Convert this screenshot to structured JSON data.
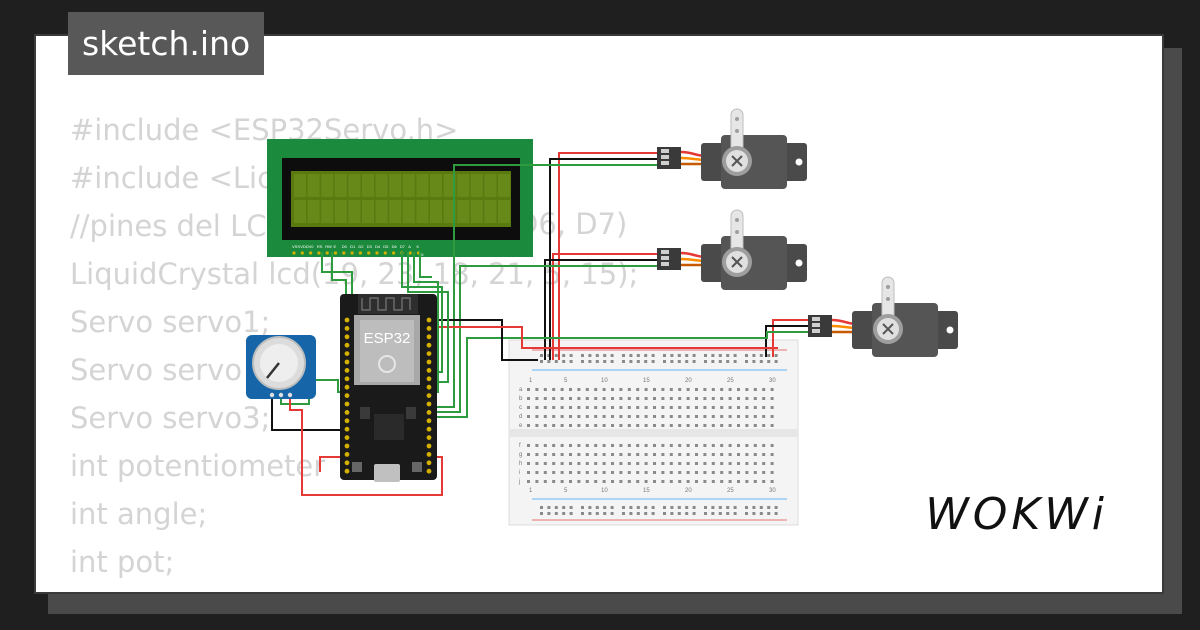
{
  "tab": {
    "filename": "sketch.ino"
  },
  "code_lines": [
    "#include <ESP32Servo.h>",
    "#include <Lic",
    "//pines del LC",
    "LiquidCrystal lcd(19, 23, 18, 21, 5, 15);",
    "Servo servo1;",
    "Servo servo",
    "Servo servo3;",
    "int potentiometer",
    "int angle;",
    "int pot;"
  ],
  "code_fragments": {
    "lcd_pins_tail": "D6, D7)"
  },
  "lcd": {
    "pin_labels": [
      "VSS",
      "VDD",
      "V0",
      "RS",
      "RW",
      "E",
      "D0",
      "D1",
      "D2",
      "D3",
      "D4",
      "D5",
      "D6",
      "D7",
      "A",
      "K"
    ],
    "pin_end": "16"
  },
  "esp32": {
    "label": "ESP32"
  },
  "breadboard": {
    "column_numbers": [
      "1",
      "5",
      "10",
      "15",
      "20",
      "25",
      "30"
    ],
    "row_letters_top": [
      "a",
      "b",
      "c",
      "d",
      "e"
    ],
    "row_letters_bottom": [
      "f",
      "g",
      "h",
      "i",
      "j"
    ]
  },
  "brand": {
    "name": "WOKWi"
  },
  "colors": {
    "background": "#1f1f1f",
    "card": "#ffffff",
    "tab_bg": "#585858",
    "code_text": "#d4d4d4",
    "lcd_pcb": "#1c8a3c",
    "lcd_screen": "#5a7a10",
    "esp32_board": "#1a1a1a",
    "potentiometer_pcb": "#1565a8",
    "servo_body": "#4a4a4a",
    "wire_red": "#e53935",
    "wire_black": "#111111",
    "wire_green": "#2e9b3e",
    "wire_orange": "#ff8c00"
  }
}
